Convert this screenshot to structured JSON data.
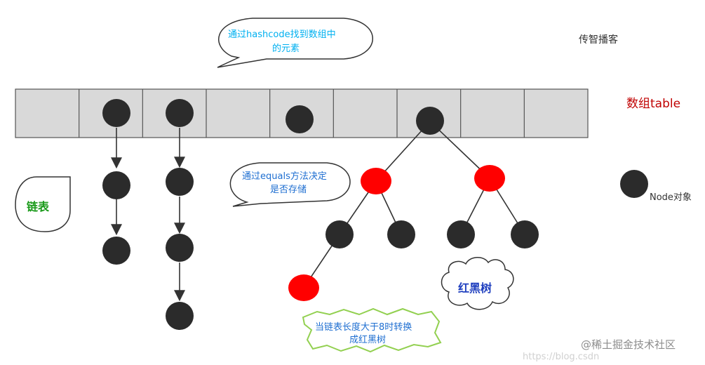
{
  "header": {
    "brand": "传智播客"
  },
  "array": {
    "label": "数组table",
    "cell_count": 9
  },
  "callouts": {
    "hashcode": [
      "通过hashcode找到数组中",
      "的元素"
    ],
    "equals": [
      "通过equals方法决定",
      "是否存储"
    ],
    "treeify": [
      "当链表长度大于8时转换",
      "成红黑树"
    ],
    "linked_list": "链表",
    "red_black_tree": "红黑树"
  },
  "legend": {
    "node_label": "Node对象"
  },
  "watermark": {
    "url": "https://blog.csdn",
    "site": "@稀土掘金技术社区"
  },
  "colors": {
    "array_fill": "#d9d9d9",
    "node_black": "#2b2b2b",
    "node_red": "#ff0000",
    "callout_blue_text": "#00b0f0",
    "callout_equals_text": "#1f6fd1",
    "title_red": "#c00000",
    "list_green": "#1a9a1a",
    "tree_blue": "#1f3fbf",
    "burst_green": "#92d050"
  }
}
